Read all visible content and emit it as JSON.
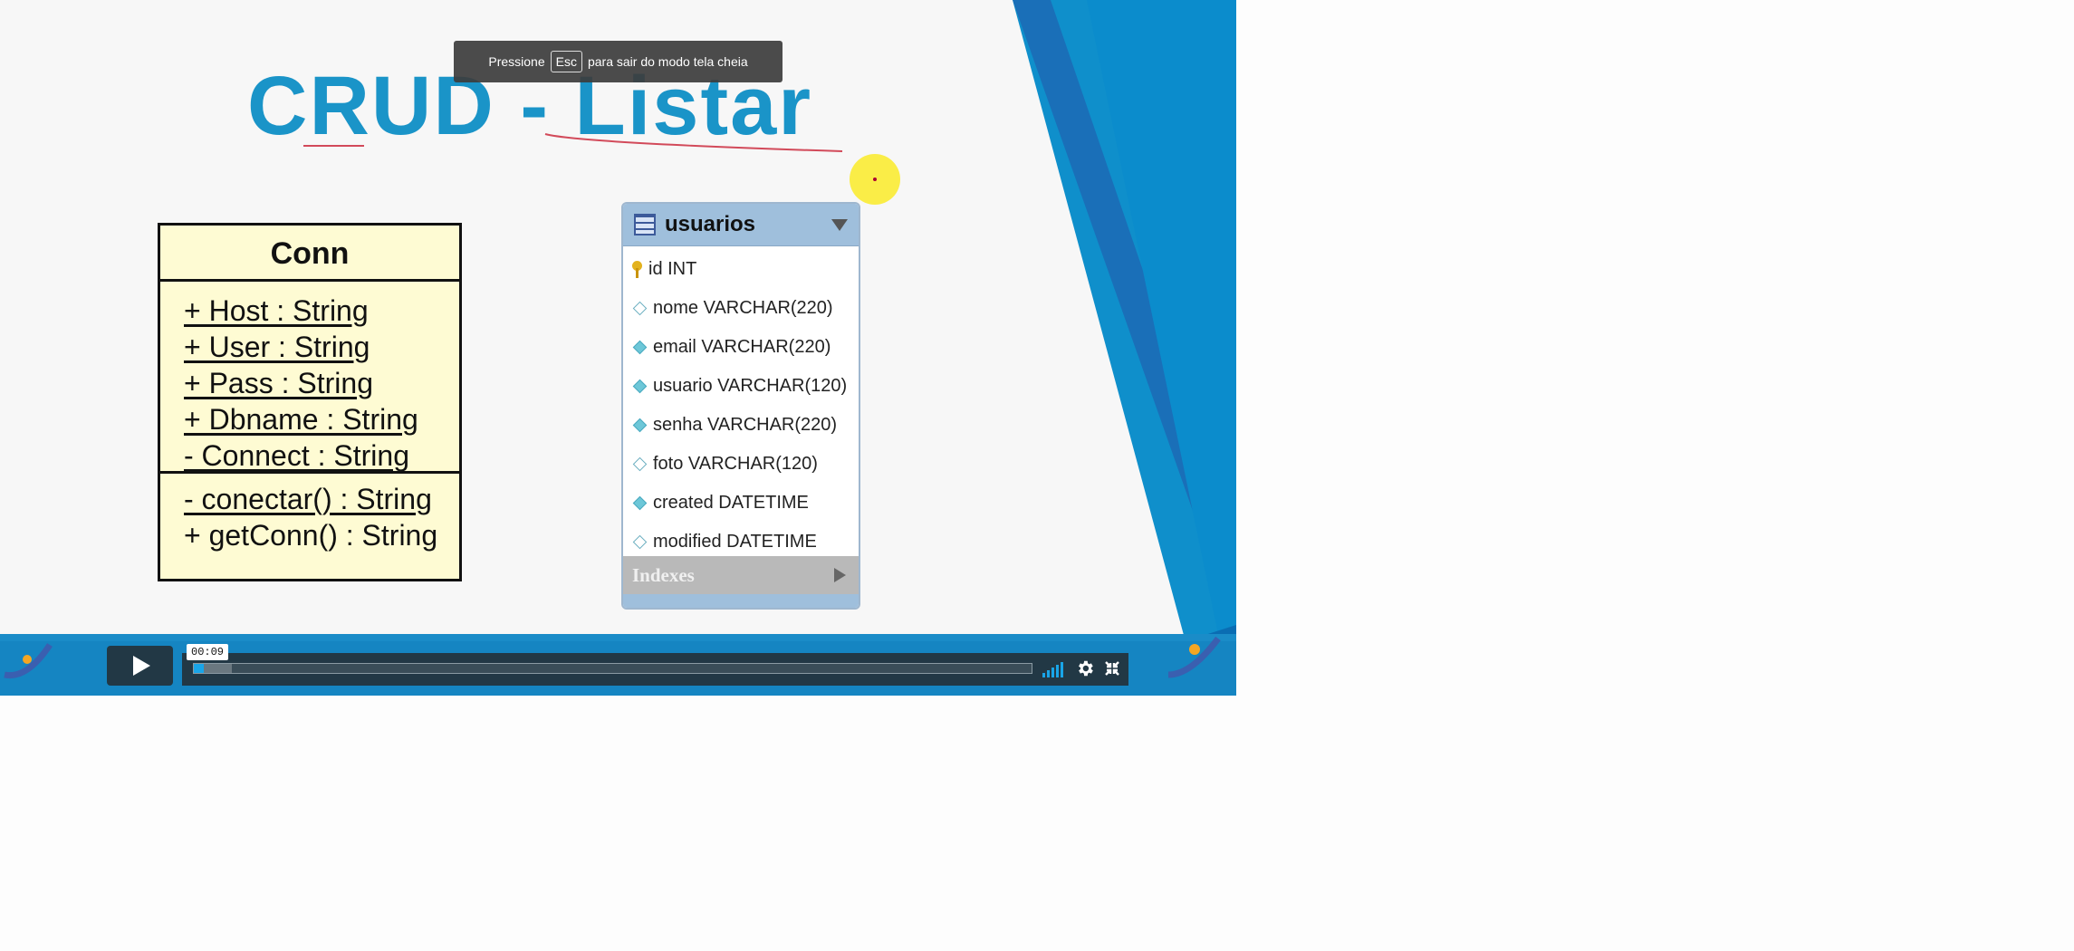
{
  "toast": {
    "prefix": "Pressione",
    "key": "Esc",
    "suffix": "para sair do modo tela cheia"
  },
  "slide": {
    "title": "CRUD - Listar",
    "uml_class": {
      "name": "Conn",
      "attributes": [
        "+ Host : String",
        "+ User : String",
        "+ Pass : String",
        "+ Dbname : String",
        "- Connect : String"
      ],
      "operations": [
        "- conectar() : String",
        "+ getConn() : String"
      ]
    },
    "db_table": {
      "name": "usuarios",
      "columns": [
        {
          "name": "id INT",
          "icon": "primary-key-icon"
        },
        {
          "name": "nome VARCHAR(220)",
          "icon": "column-nullable-icon"
        },
        {
          "name": "email VARCHAR(220)",
          "icon": "column-notnull-icon"
        },
        {
          "name": "usuario VARCHAR(120)",
          "icon": "column-notnull-icon"
        },
        {
          "name": "senha VARCHAR(220)",
          "icon": "column-notnull-icon"
        },
        {
          "name": "foto VARCHAR(120)",
          "icon": "column-nullable-icon"
        },
        {
          "name": "created DATETIME",
          "icon": "column-notnull-icon"
        },
        {
          "name": "modified DATETIME",
          "icon": "column-nullable-icon"
        }
      ],
      "indexes_label": "Indexes"
    }
  },
  "player": {
    "time_tooltip": "00:09",
    "progress_played": 0.012,
    "progress_buffered": 0.045,
    "colors": {
      "accent": "#19a5e8",
      "bar_bg": "#223845"
    }
  }
}
